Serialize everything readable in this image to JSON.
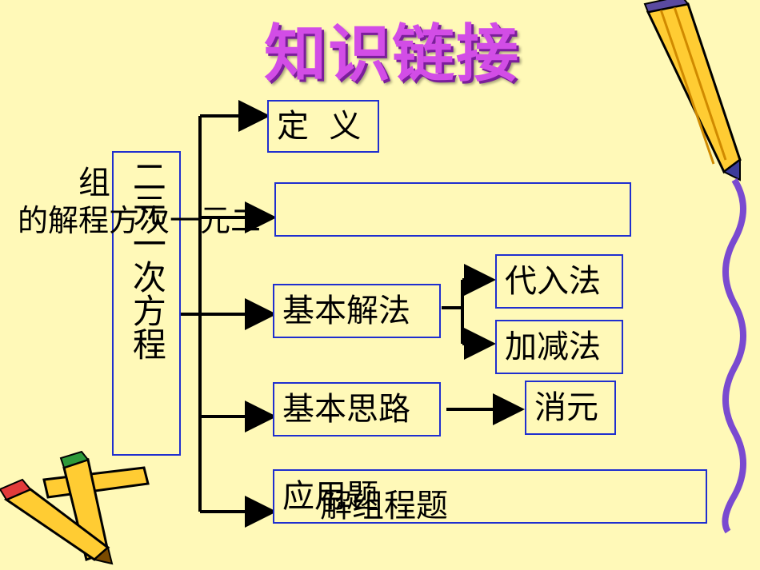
{
  "title": "知识链接",
  "main_box": {
    "chars": [
      "二",
      "元",
      "一",
      "次",
      "方",
      "程"
    ],
    "side_text_top": "组",
    "overlap_line": "的解程方次一元二"
  },
  "branches": {
    "definition": "定  义",
    "empty_row_label": "",
    "basic_method": "基本解法",
    "method_substitution": "代入法",
    "method_elimination": "加减法",
    "basic_idea": "基本思路",
    "elimination": "消元",
    "application": "应用题",
    "application_overlap": "解组程题"
  },
  "colors": {
    "background": "#fff9b8",
    "box_border": "#1f2fcf",
    "title": "#d24de6",
    "line": "#000000",
    "pencil_body": "#ffcc33",
    "pencil_edge": "#a35a00"
  }
}
